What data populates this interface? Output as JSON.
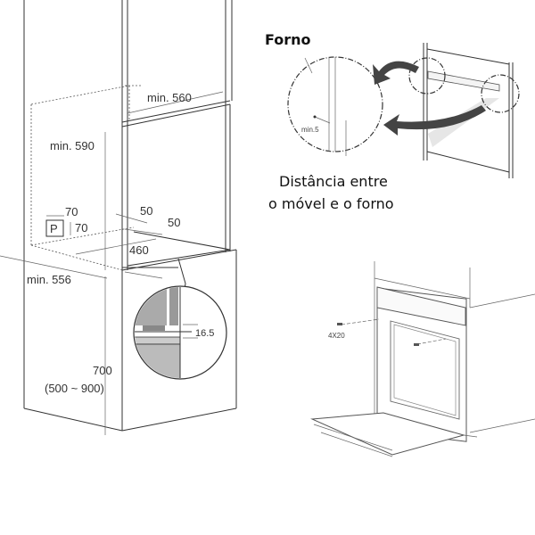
{
  "left_diagram": {
    "labels": {
      "width_min": "min. 560",
      "height_min": "min. 590",
      "vent_width": "70",
      "vent_symbol": "P",
      "vent_height": "70",
      "gap_a": "50",
      "gap_b": "50",
      "depth": "460",
      "depth_min": "min. 556",
      "detail": "16.5",
      "base_height": "700",
      "base_range": "(500 ~ 900)"
    }
  },
  "top_right": {
    "title": "Forno",
    "detail_label": "min.5",
    "caption_line1": "Distância entre",
    "caption_line2": "o móvel e o forno"
  },
  "bottom_right": {
    "screw_label": "4X20"
  }
}
